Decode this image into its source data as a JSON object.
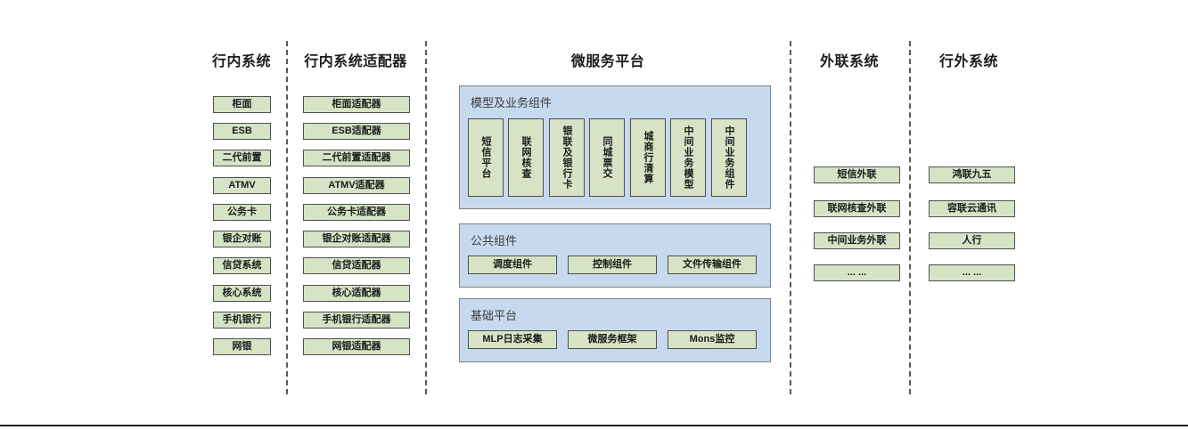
{
  "diagram": {
    "columns": [
      {
        "id": "internal-systems",
        "title": "行内系统",
        "items": [
          "柜面",
          "ESB",
          "二代前置",
          "ATMV",
          "公务卡",
          "银企对账",
          "信贷系统",
          "核心系统",
          "手机银行",
          "网银"
        ]
      },
      {
        "id": "internal-adapters",
        "title": "行内系统适配器",
        "items": [
          "柜面适配器",
          "ESB适配器",
          "二代前置适配器",
          "ATMV适配器",
          "公务卡适配器",
          "银企对账适配器",
          "信贷适配器",
          "核心适配器",
          "手机银行适配器",
          "网银适配器"
        ]
      },
      {
        "id": "microservice-platform",
        "title": "微服务平台"
      },
      {
        "id": "external-link-systems",
        "title": "外联系统",
        "items": [
          "短信外联",
          "联网核查外联",
          "中间业务外联",
          "... ..."
        ]
      },
      {
        "id": "outside-bank-systems",
        "title": "行外系统",
        "items": [
          "鸿联九五",
          "容联云通讯",
          "人行",
          "... ..."
        ]
      }
    ],
    "panels": [
      {
        "id": "model-business-components",
        "label": "模型及业务组件",
        "orientation": "vertical",
        "items": [
          "短信平台",
          "联网核查",
          "银联及银行卡",
          "同城票交",
          "城商行清算",
          "中间业务模型",
          "中间业务组件"
        ]
      },
      {
        "id": "common-components",
        "label": "公共组件",
        "orientation": "horizontal",
        "items": [
          "调度组件",
          "控制组件",
          "文件传输组件"
        ]
      },
      {
        "id": "base-platform",
        "label": "基础平台",
        "orientation": "horizontal",
        "items": [
          "MLP日志采集",
          "微服务框架",
          "Mons监控"
        ]
      }
    ],
    "colors": {
      "node_fill": "#d6e3c4",
      "node_border": "#4f4f4f",
      "panel_fill": "#c6d9ef",
      "panel_border": "#7f7f7f",
      "divider": "#5a5a5a",
      "text": "#1c1c1c"
    }
  }
}
